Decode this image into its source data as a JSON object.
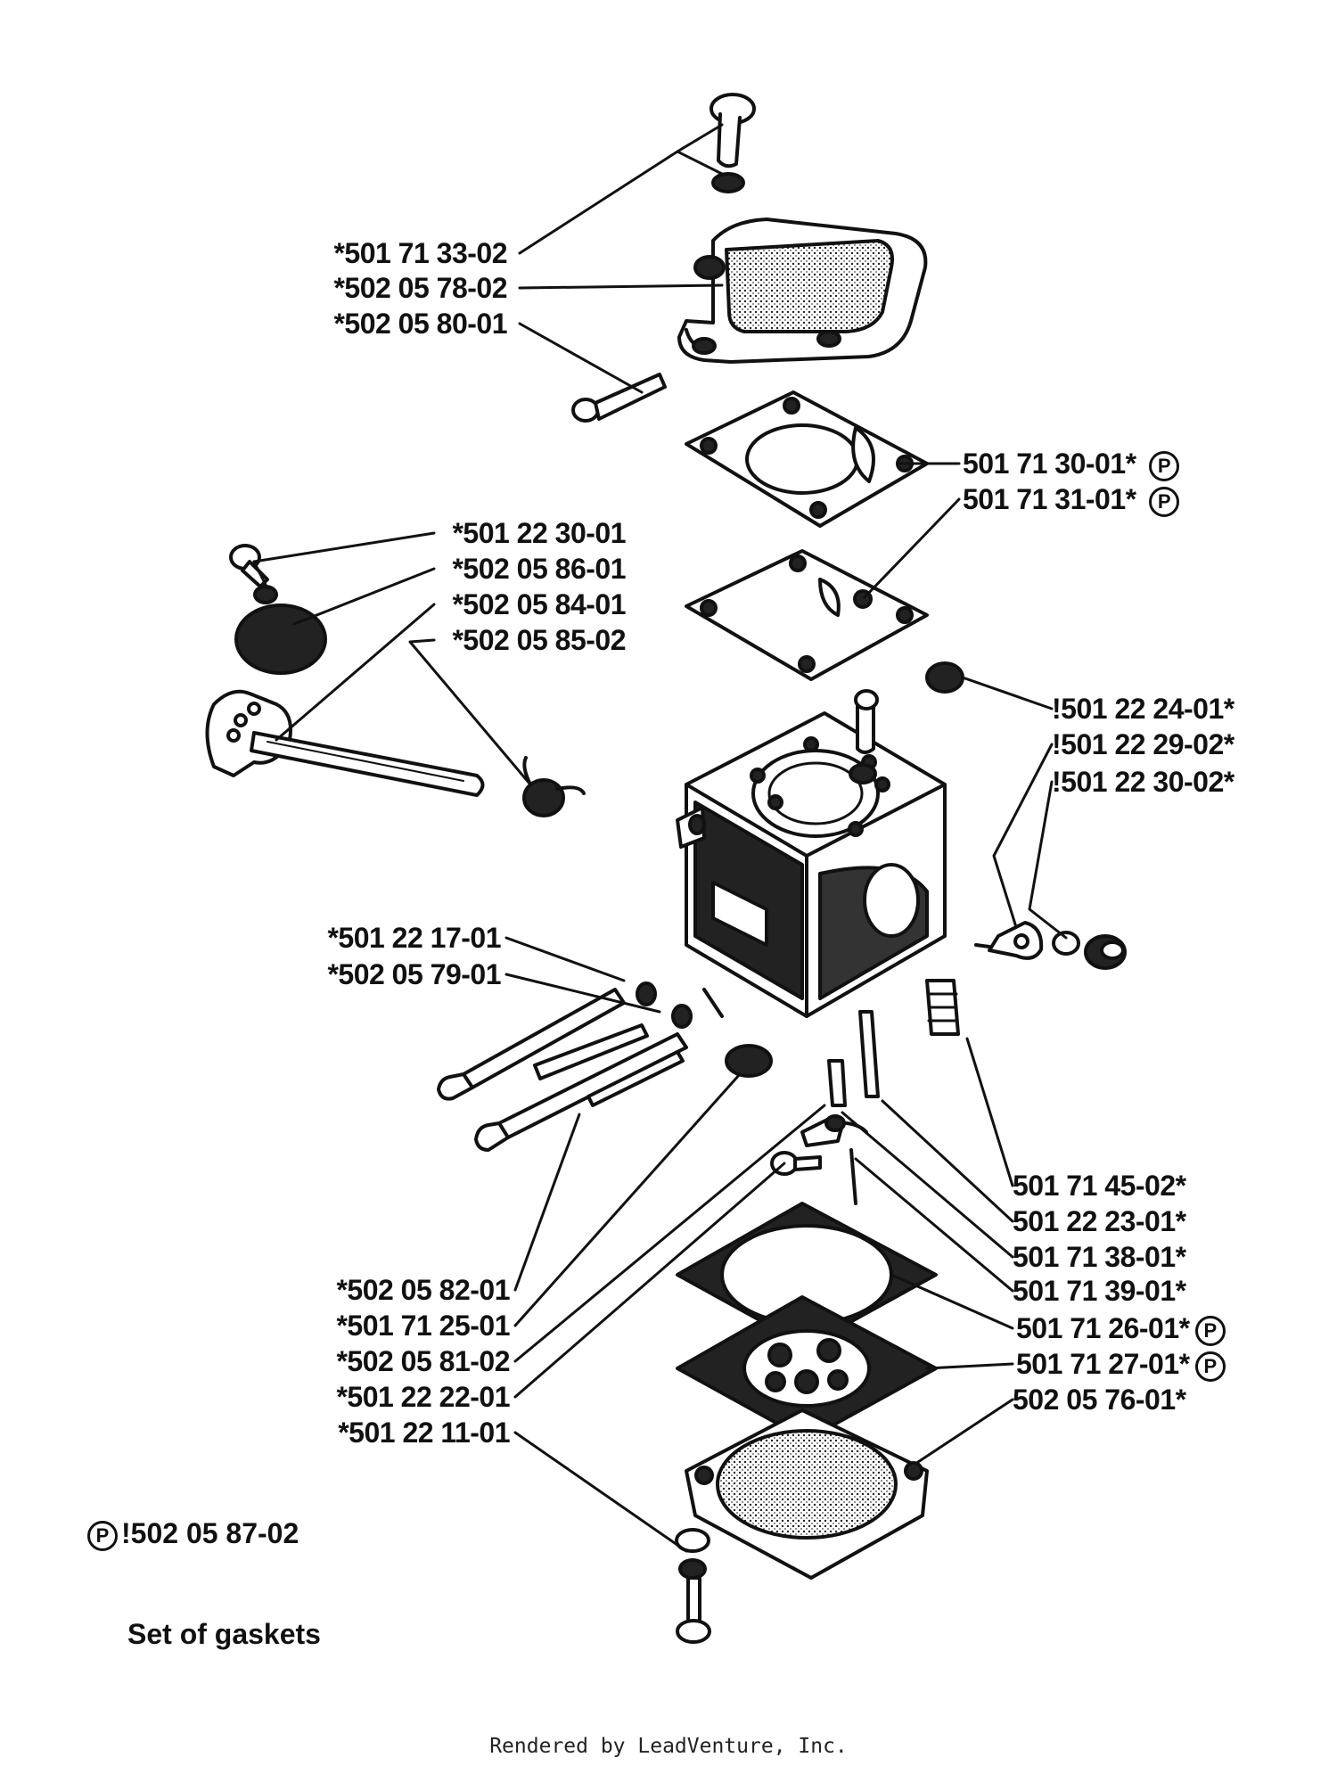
{
  "footer": "Rendered by LeadVenture, Inc.",
  "kit": {
    "part": "502 05 87-02",
    "description": "Set of gaskets",
    "badge": "P"
  },
  "labels_left": [
    {
      "part": "501 71 33-02"
    },
    {
      "part": "502 05 78-02"
    },
    {
      "part": "502 05 80-01"
    },
    {
      "part": "501 22 30-01"
    },
    {
      "part": "502 05 86-01"
    },
    {
      "part": "502 05 84-01"
    },
    {
      "part": "502 05 85-02"
    },
    {
      "part": "501 22 17-01"
    },
    {
      "part": "502 05 79-01"
    },
    {
      "part": "502 05 82-01"
    },
    {
      "part": "501 71 25-01"
    },
    {
      "part": "502 05 81-02"
    },
    {
      "part": "501 22 22-01"
    },
    {
      "part": "501 22 11-01"
    }
  ],
  "labels_right": [
    {
      "part": "501 71 30-01",
      "badge": "P"
    },
    {
      "part": "501 71 31-01",
      "badge": "P"
    },
    {
      "part": "501 22 24-01"
    },
    {
      "part": "501 22 29-02"
    },
    {
      "part": "501 22 30-02"
    },
    {
      "part": "501 71 45-02"
    },
    {
      "part": "501 22 23-01"
    },
    {
      "part": "501 71 38-01"
    },
    {
      "part": "501 71 39-01"
    },
    {
      "part": "501 71 26-01",
      "badge": "P"
    },
    {
      "part": "501 71 27-01",
      "badge": "P"
    },
    {
      "part": "502 05 76-01"
    }
  ]
}
